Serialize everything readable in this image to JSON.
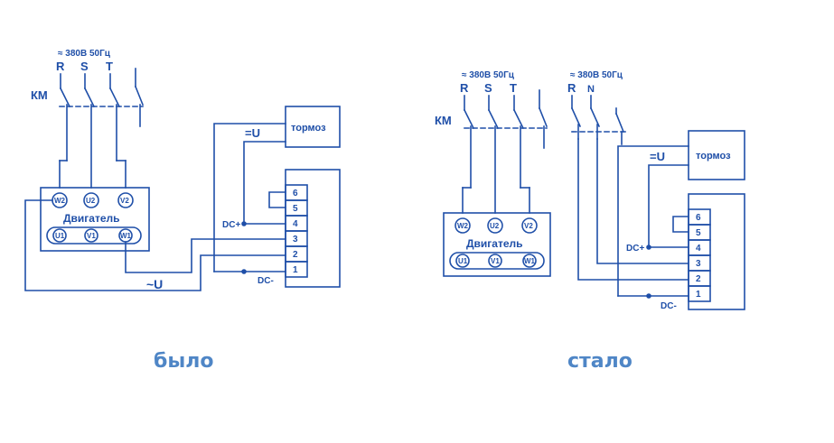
{
  "colors": {
    "wire": "#1f4fa8",
    "text": "#1f4fa8",
    "caption": "#4f86c6",
    "background": "#ffffff"
  },
  "before": {
    "supply_label": "≈ 380В 50Гц",
    "phases": [
      "R",
      "S",
      "T"
    ],
    "contactor_label": "КМ",
    "brake_label": "тормоз",
    "dc_voltage_label": "=U",
    "ac_voltage_label": "~U",
    "motor": {
      "title": "Двигатель",
      "top_terminals": [
        "W2",
        "U2",
        "V2"
      ],
      "bottom_terminals": [
        "U1",
        "V1",
        "W1"
      ]
    },
    "rectifier_terminals": [
      "6",
      "5",
      "4",
      "3",
      "2",
      "1"
    ],
    "dc_plus_label": "DC+",
    "dc_minus_label": "DC-",
    "caption": "было"
  },
  "after": {
    "supply_label_motor": "≈ 380В 50Гц",
    "supply_label_brake": "≈ 380В 50Гц",
    "phases_motor": [
      "R",
      "S",
      "T"
    ],
    "phases_brake": [
      "R",
      "N"
    ],
    "contactor_label": "КМ",
    "brake_label": "тормоз",
    "dc_voltage_label": "=U",
    "motor": {
      "title": "Двигатель",
      "top_terminals": [
        "W2",
        "U2",
        "V2"
      ],
      "bottom_terminals": [
        "U1",
        "V1",
        "W1"
      ]
    },
    "rectifier_terminals": [
      "6",
      "5",
      "4",
      "3",
      "2",
      "1"
    ],
    "dc_plus_label": "DC+",
    "dc_minus_label": "DC-",
    "caption": "стало"
  }
}
